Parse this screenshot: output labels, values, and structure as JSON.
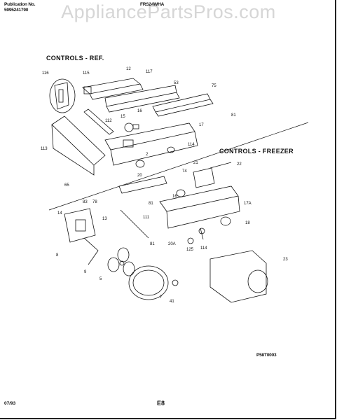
{
  "header": {
    "publication_label": "Publication No.",
    "publication_number": "5995241790",
    "model": "FRS24WHA"
  },
  "watermark": "AppliancePartsPros.com",
  "sections": {
    "ref_title": "CONTROLS - REF.",
    "freezer_title": "CONTROLS - FREEZER"
  },
  "callouts": [
    "116",
    "115",
    "12",
    "117",
    "53",
    "75",
    "81",
    "15",
    "16",
    "17",
    "112",
    "113",
    "2",
    "114",
    "20",
    "65",
    "22",
    "21",
    "74",
    "16",
    "81",
    "17A",
    "14",
    "83",
    "78",
    "13",
    "111",
    "18",
    "8",
    "81",
    "20A",
    "125",
    "114",
    "9",
    "23",
    "5",
    "7",
    "41"
  ],
  "figure_code": "P58T0003",
  "footer": {
    "date": "07/93",
    "page": "E8"
  }
}
